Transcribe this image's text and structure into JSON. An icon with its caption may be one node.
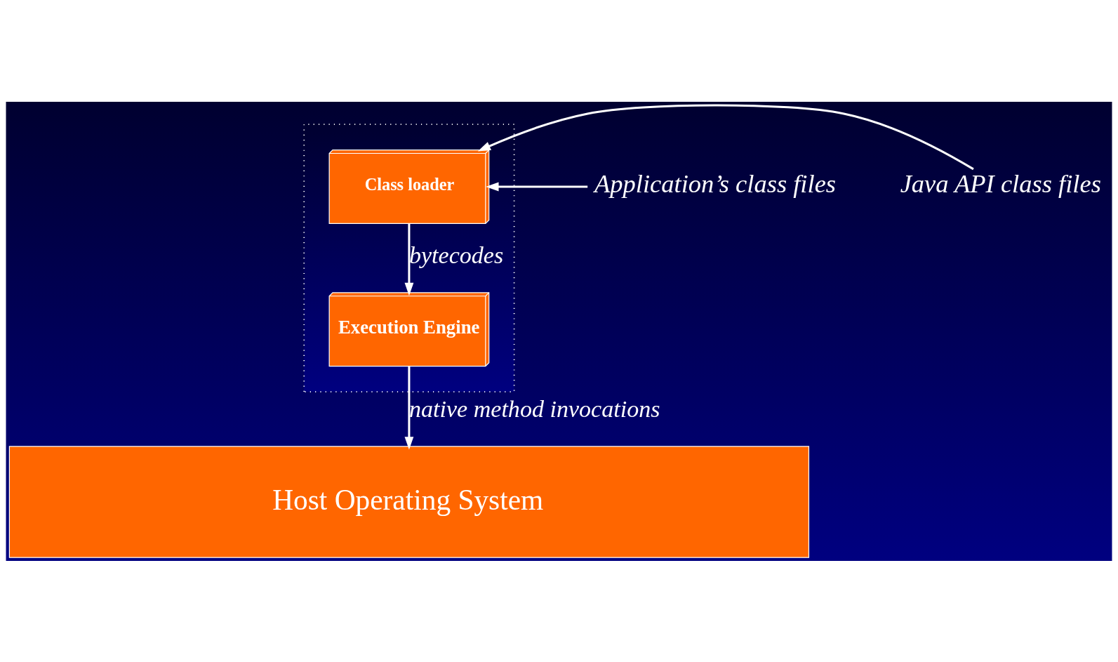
{
  "diagram": {
    "nodes": [
      {
        "text": [],
        "shape": "box"
      },
      {
        "text": [
          "Application’s class files"
        ]
      },
      {
        "text": [
          "Class loader"
        ],
        "in": 0
      },
      {
        "text": [
          "Java API class files"
        ]
      },
      {
        "text": [
          "Execution Engine"
        ],
        "in": 0
      },
      {
        "text": [
          "Host Operating System"
        ]
      }
    ],
    "edges": [
      {
        "from": 1,
        "to": 2,
        "arrow": "to"
      },
      {
        "from": 3,
        "to": 2,
        "arrow": "to"
      },
      {
        "from": 2,
        "to": 4,
        "arrow": "to",
        "label": "bytecodes"
      },
      {
        "from": 4,
        "to": 5,
        "arrow": "to",
        "label": "native method invocations"
      }
    ]
  }
}
